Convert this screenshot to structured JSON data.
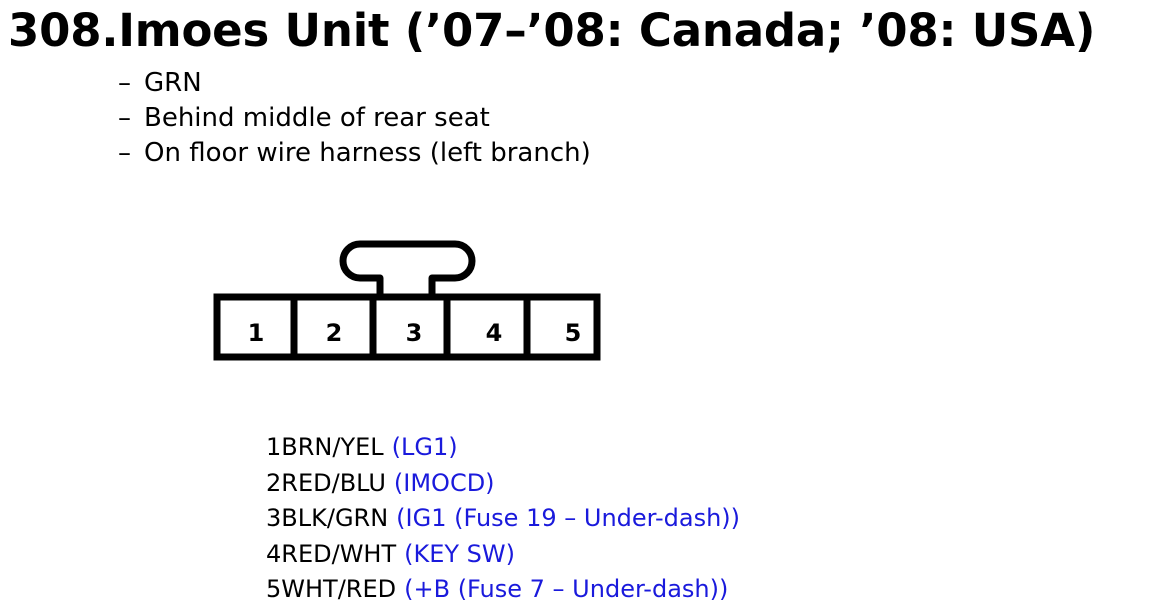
{
  "title": "308.Imoes Unit (’07–’08: Canada; ’08: USA)",
  "notes": [
    {
      "dash": "–",
      "text": "GRN"
    },
    {
      "dash": "–",
      "text": "Behind middle of rear seat"
    },
    {
      "dash": "–",
      "text": "On floor wire harness (left branch)"
    }
  ],
  "connector": {
    "pin_labels": [
      "1",
      "2",
      "3",
      "4",
      "5"
    ]
  },
  "pins": [
    {
      "number": "1",
      "wire": "BRN/YEL",
      "function": "(LG1)"
    },
    {
      "number": "2",
      "wire": "RED/BLU",
      "function": "(IMOCD)"
    },
    {
      "number": "3",
      "wire": "BLK/GRN",
      "function": "(IG1 (Fuse 19 – Under-dash))"
    },
    {
      "number": "4",
      "wire": "RED/WHT",
      "function": "(KEY SW)"
    },
    {
      "number": "5",
      "wire": "WHT/RED",
      "function": "(+B (Fuse 7 – Under-dash))"
    }
  ],
  "colors": {
    "function_text": "#1a1adc",
    "text": "#000000",
    "background": "#ffffff"
  }
}
